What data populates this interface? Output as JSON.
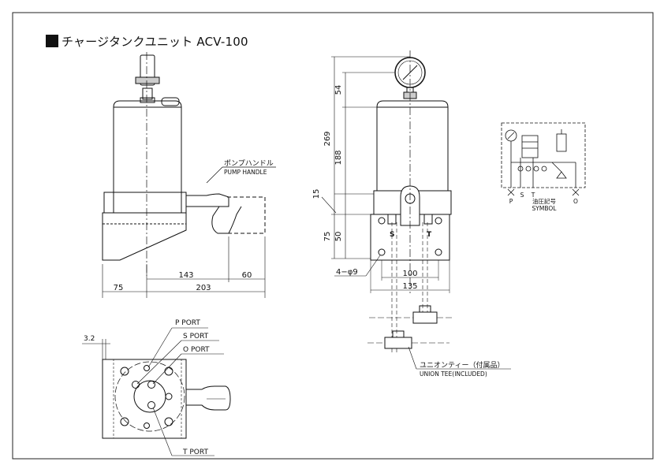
{
  "title": "チャージタンクユニット ACV-100",
  "dimensions": {
    "d75_left": "75",
    "d203": "203",
    "d143": "143",
    "d60": "60",
    "d3_2": "3.2",
    "d54": "54",
    "d269": "269",
    "d188": "188",
    "d15": "15",
    "d75_right": "75",
    "d50": "50",
    "d100": "100",
    "d135": "135",
    "hole": "4−φ9"
  },
  "labels": {
    "pump_handle_jp": "ポンプハンドル",
    "pump_handle_en": "PUMP HANDLE",
    "port_p": "P PORT",
    "port_s": "S PORT",
    "port_o": "O PORT",
    "port_t": "T PORT",
    "s_mark": "S",
    "t_mark": "T",
    "union_tee_jp": "ユニオンティー（付属品）",
    "union_tee_en": "UNION TEE(INCLUDED)",
    "symbol_jp": "油圧記号",
    "symbol_en": "SYMBOL",
    "sym_p": "P",
    "sym_s": "S",
    "sym_t": "T",
    "sym_o": "O"
  }
}
